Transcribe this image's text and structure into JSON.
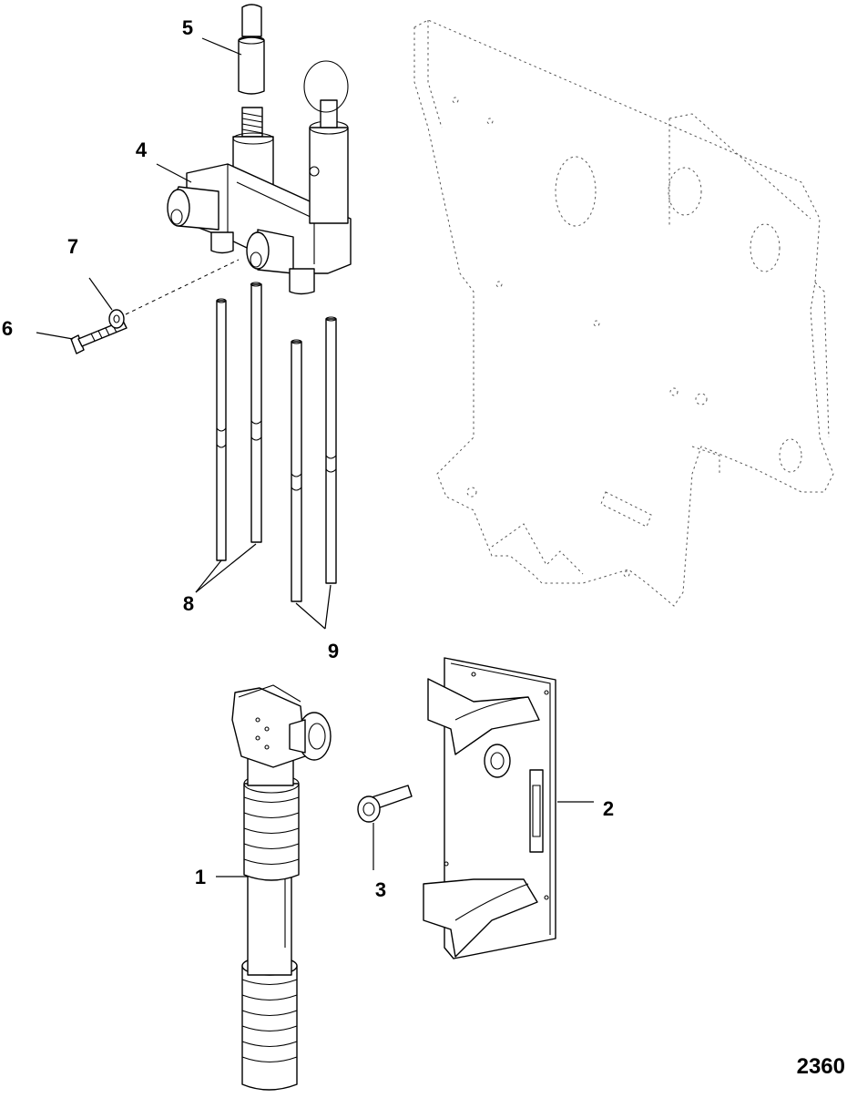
{
  "callouts": [
    {
      "id": "callout-1",
      "label": "1"
    },
    {
      "id": "callout-2",
      "label": "2"
    },
    {
      "id": "callout-3",
      "label": "3"
    },
    {
      "id": "callout-4",
      "label": "4"
    },
    {
      "id": "callout-5",
      "label": "5"
    },
    {
      "id": "callout-6",
      "label": "6"
    },
    {
      "id": "callout-7",
      "label": "7"
    },
    {
      "id": "callout-8",
      "label": "8"
    },
    {
      "id": "callout-9",
      "label": "9"
    }
  ],
  "figure_number": "2360"
}
